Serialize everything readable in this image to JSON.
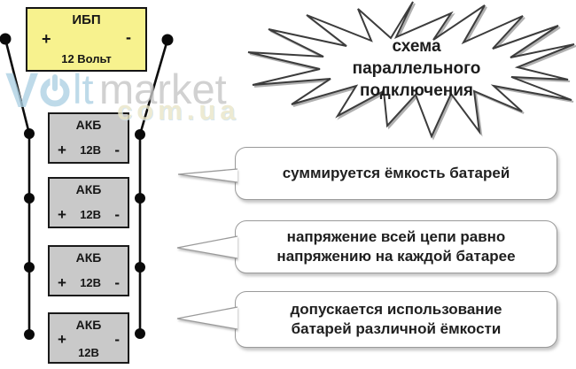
{
  "burst": {
    "lines": [
      "схема",
      "параллельного",
      "подключения"
    ]
  },
  "ups": {
    "title": "ИБП",
    "plus": "+",
    "minus": "-",
    "voltage": "12 Вольт"
  },
  "batteries": [
    {
      "title": "АКБ",
      "plus": "+",
      "voltage": "12В",
      "minus": "-"
    },
    {
      "title": "АКБ",
      "plus": "+",
      "voltage": "12В",
      "minus": "-"
    },
    {
      "title": "АКБ",
      "plus": "+",
      "voltage": "12В",
      "minus": "-"
    },
    {
      "title": "АКБ",
      "plus": "+",
      "voltage": "12В",
      "minus": "-"
    }
  ],
  "callouts": [
    {
      "lines": [
        "суммируется ёмкость батарей"
      ]
    },
    {
      "lines": [
        "напряжение всей цепи равно",
        "напряжению на каждой батарее"
      ]
    },
    {
      "lines": [
        "допускается использование",
        "батарей различной ёмкости"
      ]
    }
  ],
  "watermark": {
    "v": "V",
    "lt": "lt",
    "market": "market",
    "domain": "com.ua"
  },
  "colors": {
    "ups_fill": "#f7f28e",
    "battery_fill": "#c9c9c9",
    "outline": "#141414",
    "bubble_border": "#9a9a9a",
    "watermark_blue": "#aed2e4",
    "watermark_gray": "#c6c6c6",
    "watermark_cream": "#e9e5c7"
  }
}
